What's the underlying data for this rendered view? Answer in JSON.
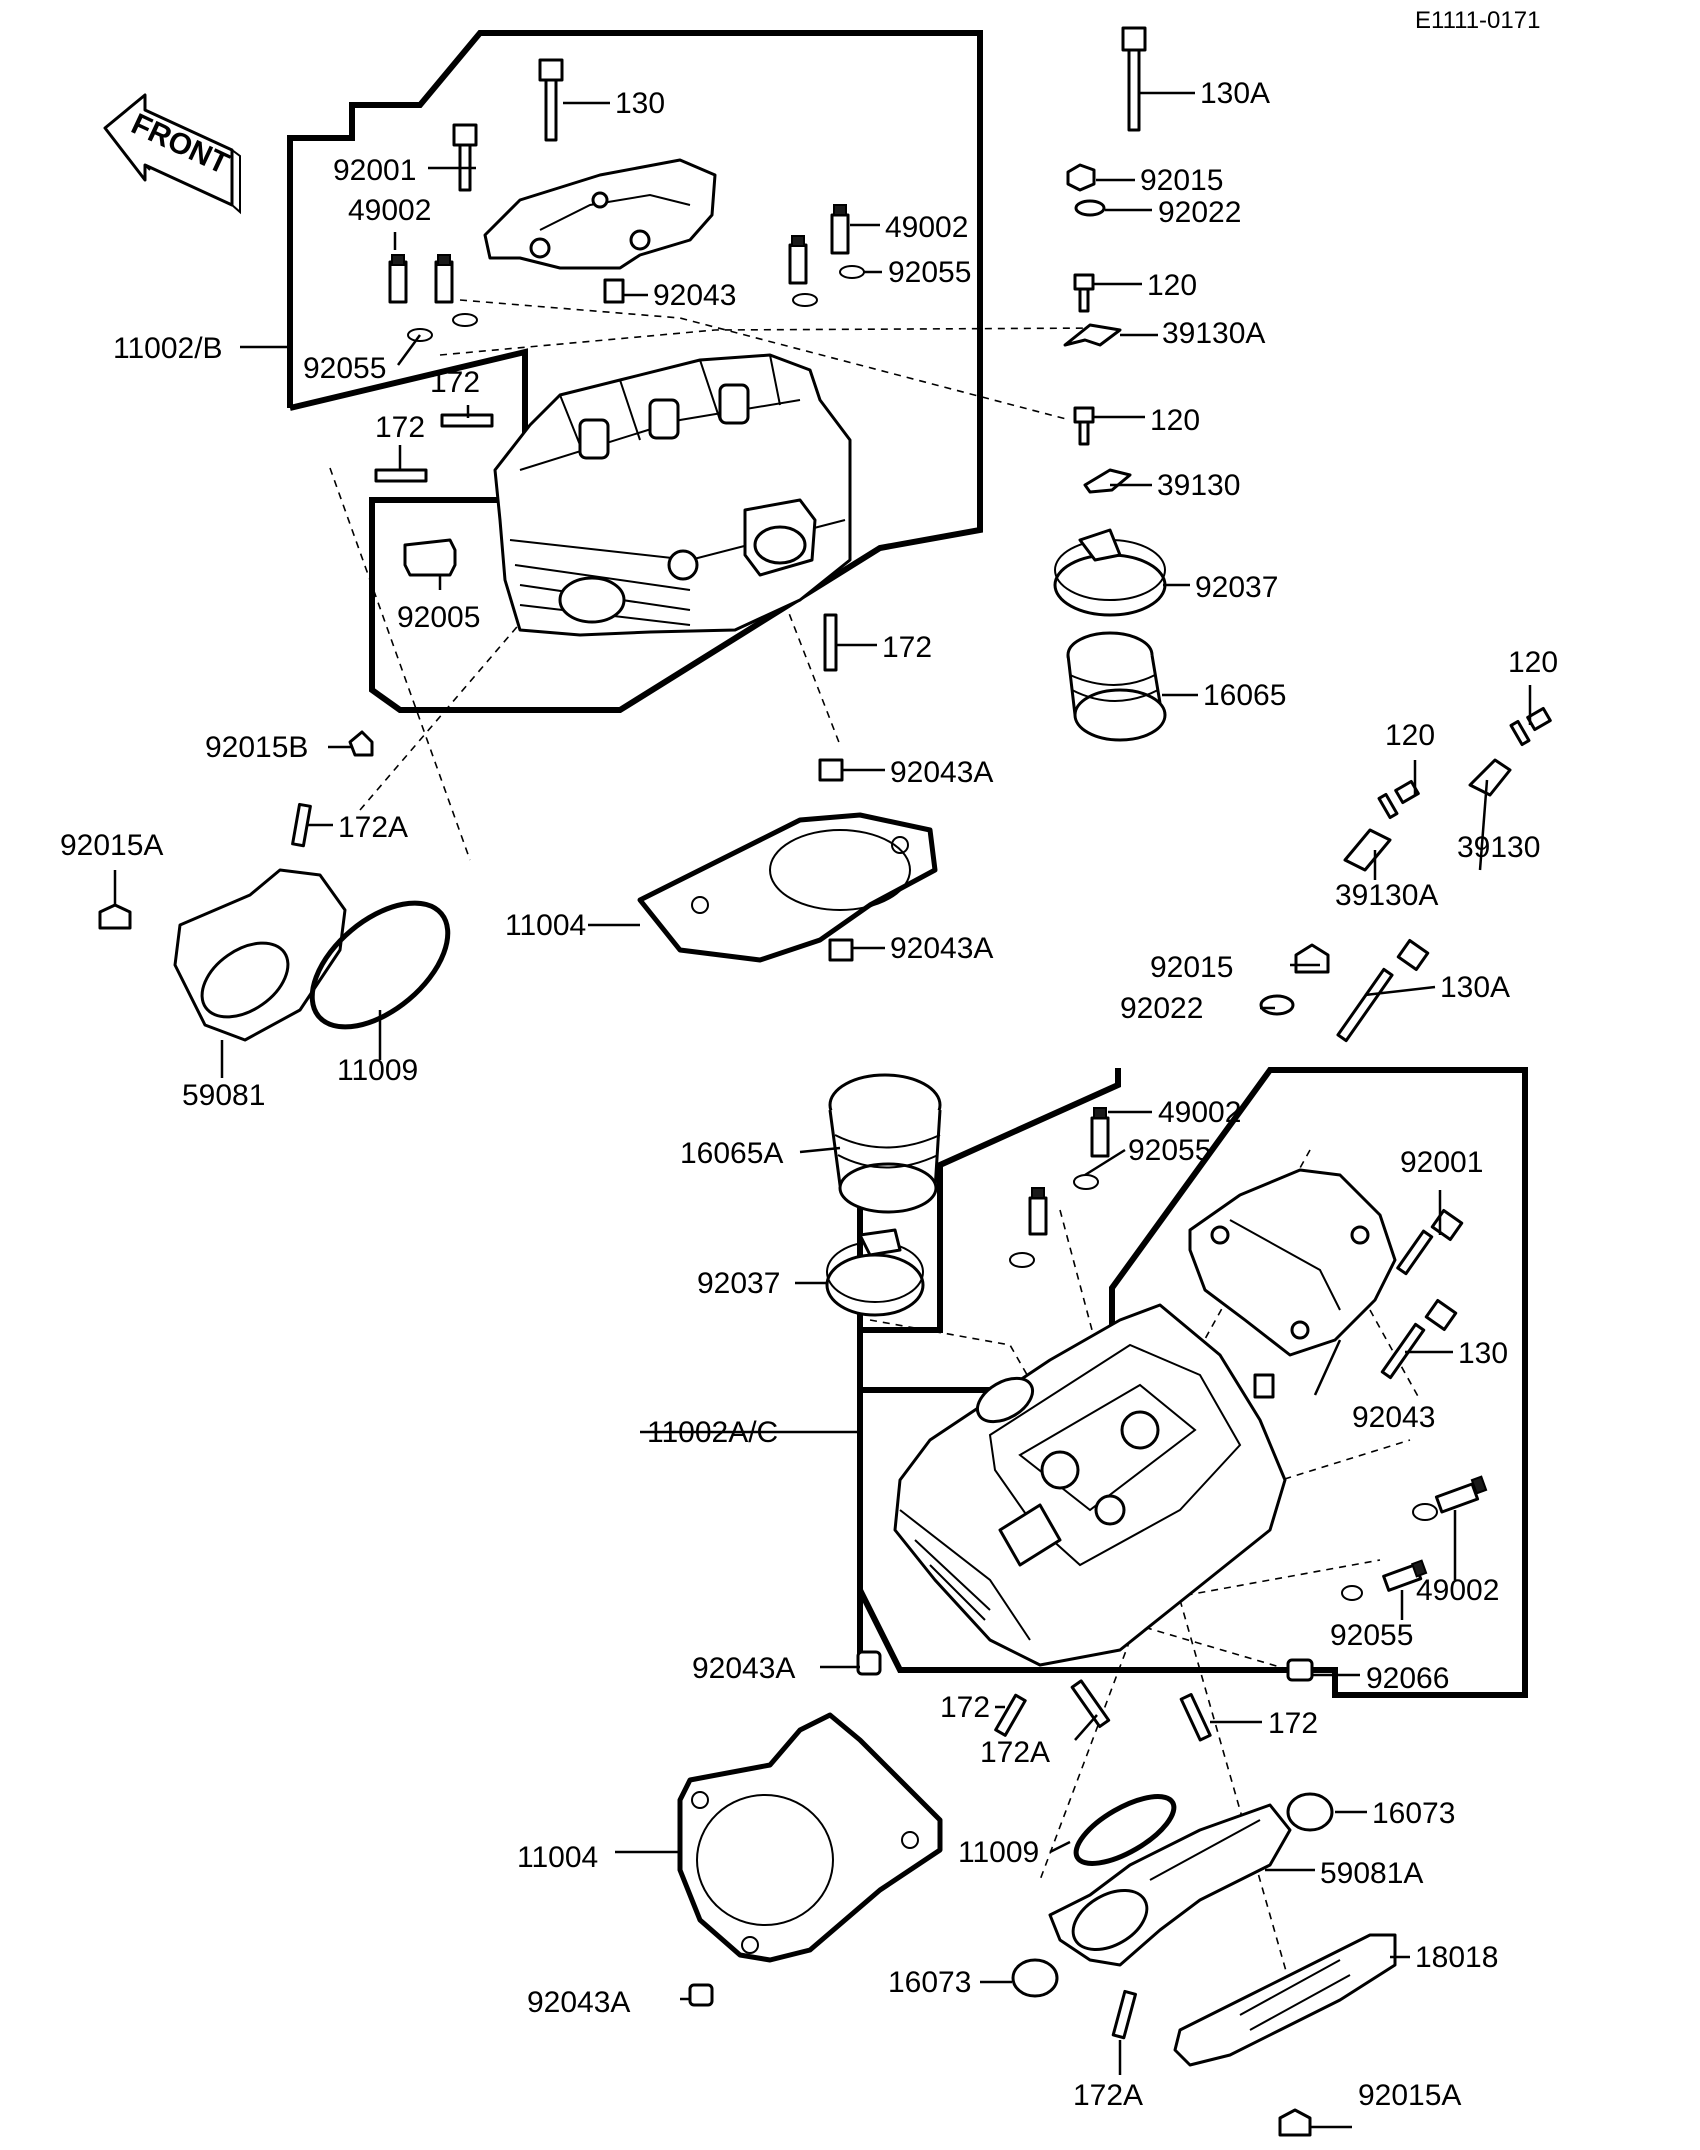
{
  "diagram_code": "E1111-0171",
  "front_label": "FRONT",
  "parts": [
    {
      "id": "p01",
      "num": "130"
    },
    {
      "id": "p02",
      "num": "130A"
    },
    {
      "id": "p03",
      "num": "92001"
    },
    {
      "id": "p04",
      "num": "92015"
    },
    {
      "id": "p05",
      "num": "49002"
    },
    {
      "id": "p06",
      "num": "92022"
    },
    {
      "id": "p07",
      "num": "49002"
    },
    {
      "id": "p08",
      "num": "92055"
    },
    {
      "id": "p09",
      "num": "92043"
    },
    {
      "id": "p10",
      "num": "120"
    },
    {
      "id": "p11",
      "num": "11002/B"
    },
    {
      "id": "p12",
      "num": "39130A"
    },
    {
      "id": "p13",
      "num": "92055"
    },
    {
      "id": "p14",
      "num": "172"
    },
    {
      "id": "p15",
      "num": "120"
    },
    {
      "id": "p16",
      "num": "172"
    },
    {
      "id": "p17",
      "num": "39130"
    },
    {
      "id": "p18",
      "num": "92037"
    },
    {
      "id": "p19",
      "num": "92005"
    },
    {
      "id": "p20",
      "num": "172"
    },
    {
      "id": "p21",
      "num": "16065"
    },
    {
      "id": "p22",
      "num": "120"
    },
    {
      "id": "p23",
      "num": "120"
    },
    {
      "id": "p24",
      "num": "92015B"
    },
    {
      "id": "p25",
      "num": "92043A"
    },
    {
      "id": "p26",
      "num": "172A"
    },
    {
      "id": "p27",
      "num": "92015A"
    },
    {
      "id": "p28",
      "num": "39130"
    },
    {
      "id": "p29",
      "num": "39130A"
    },
    {
      "id": "p30",
      "num": "11004"
    },
    {
      "id": "p31",
      "num": "92043A"
    },
    {
      "id": "p32",
      "num": "92015"
    },
    {
      "id": "p33",
      "num": "130A"
    },
    {
      "id": "p34",
      "num": "92022"
    },
    {
      "id": "p35",
      "num": "11009"
    },
    {
      "id": "p36",
      "num": "59081"
    },
    {
      "id": "p37",
      "num": "49002"
    },
    {
      "id": "p38",
      "num": "16065A"
    },
    {
      "id": "p39",
      "num": "92055"
    },
    {
      "id": "p40",
      "num": "92001"
    },
    {
      "id": "p41",
      "num": "92037"
    },
    {
      "id": "p42",
      "num": "130"
    },
    {
      "id": "p43",
      "num": "92043"
    },
    {
      "id": "p44",
      "num": "11002A/C"
    },
    {
      "id": "p45",
      "num": "49002"
    },
    {
      "id": "p46",
      "num": "92055"
    },
    {
      "id": "p47",
      "num": "92043A"
    },
    {
      "id": "p48",
      "num": "92066"
    },
    {
      "id": "p49",
      "num": "172"
    },
    {
      "id": "p50",
      "num": "172"
    },
    {
      "id": "p51",
      "num": "172A"
    },
    {
      "id": "p52",
      "num": "16073"
    },
    {
      "id": "p53",
      "num": "11009"
    },
    {
      "id": "p54",
      "num": "59081A"
    },
    {
      "id": "p55",
      "num": "11004"
    },
    {
      "id": "p56",
      "num": "18018"
    },
    {
      "id": "p57",
      "num": "16073"
    },
    {
      "id": "p58",
      "num": "92043A"
    },
    {
      "id": "p59",
      "num": "172A"
    },
    {
      "id": "p60",
      "num": "92015A"
    }
  ]
}
